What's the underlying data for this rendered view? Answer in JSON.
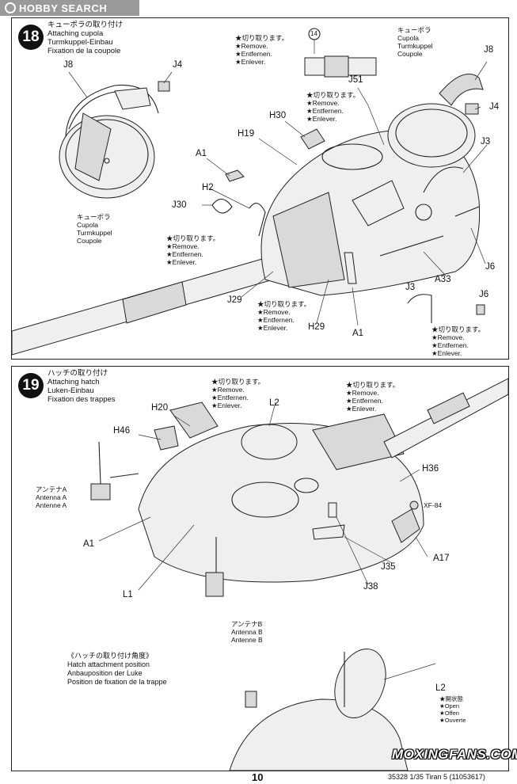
{
  "header": {
    "watermark_top": "HOBBY SEARCH"
  },
  "step18": {
    "number": "18",
    "titles": [
      "キューポラの取り付け",
      "Attaching cupola",
      "Turmkuppel-Einbau",
      "Fixation de la coupole"
    ],
    "cupola_label": [
      "キューポラ",
      "Cupola",
      "Turmkuppel",
      "Coupole"
    ],
    "cupola_label_right": [
      "キューポラ",
      "Cupola",
      "Turmkuppel",
      "Coupole"
    ],
    "remove_note": [
      "★切り取ります。",
      "★Remove.",
      "★Entfernen.",
      "★Enlever."
    ],
    "circle_14": "14",
    "parts": {
      "j8_left": "J8",
      "j4_left": "J4",
      "j51": "J51",
      "j8_right": "J8",
      "j4_right": "J4",
      "h30": "H30",
      "h19": "H19",
      "a1_top": "A1",
      "h2": "H2",
      "j30": "J30",
      "j3_top": "J3",
      "j6_right": "J6",
      "a33": "A33",
      "j29": "J29",
      "h29": "H29",
      "a1_bottom": "A1",
      "j3_bottom": "J3",
      "j6_bottom": "J6"
    }
  },
  "step19": {
    "number": "19",
    "titles": [
      "ハッチの取り付け",
      "Attaching hatch",
      "Luken-Einbau",
      "Fixation des trappes"
    ],
    "remove_note": [
      "★切り取ります。",
      "★Remove.",
      "★Entfernen.",
      "★Enlever."
    ],
    "antenna_a": [
      "アンテナA",
      "Antenna A",
      "Antenne A"
    ],
    "antenna_b": [
      "アンテナB",
      "Antenna B",
      "Antenne B"
    ],
    "xf84": "XF-84",
    "parts": {
      "h20": "H20",
      "l2": "L2",
      "h46": "H46",
      "h36": "H36",
      "a1": "A1",
      "a17": "A17",
      "j35": "J35",
      "l1": "L1",
      "j38": "J38"
    },
    "hatch_position": [
      "《ハッチの取り付け角度》",
      "Hatch attachment position",
      "Anbauposition der Luke",
      "Position de fixation de la trappe"
    ],
    "l2_bottom": "L2",
    "hatch_open_note": [
      "★開状態",
      "★Open",
      "★Offen",
      "★Ouverte"
    ]
  },
  "footer": {
    "page_number": "10",
    "kit_info": "35328  1/35 Tiran 5 (11053617)",
    "watermark_bottom": "MOXINGFANS.COM"
  }
}
